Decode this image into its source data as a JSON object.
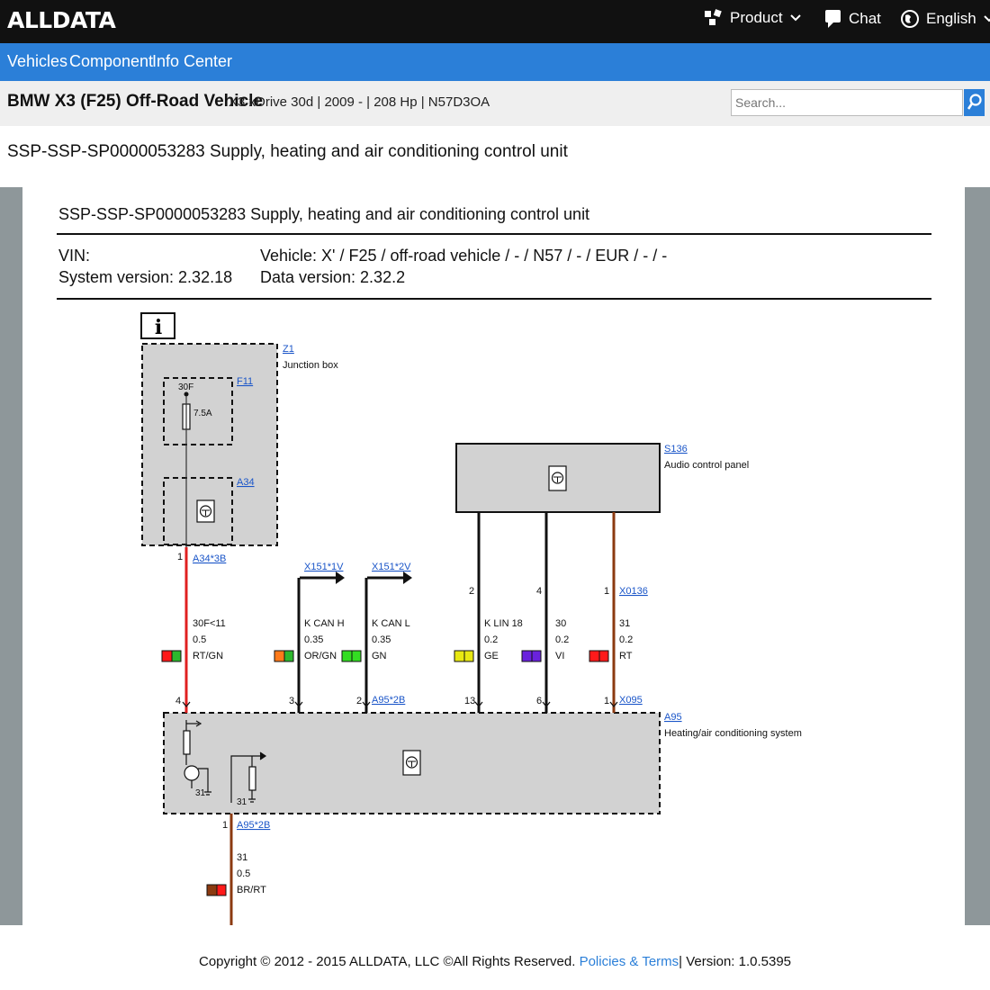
{
  "header": {
    "logo": "ALLDATA",
    "product": "Product",
    "chat": "Chat",
    "language": "English"
  },
  "nav": {
    "vehicles": "Vehicles",
    "component": "Component",
    "info_center": "Info Center"
  },
  "vehicle": {
    "title": "BMW X3 (F25) Off-Road Vehicle",
    "details": "X3 xDrive 30d | 2009 - | 208 Hp | N57D3OA"
  },
  "search": {
    "placeholder": "Search..."
  },
  "page_title": "SSP-SSP-SP0000053283 Supply, heating and air conditioning control unit",
  "document": {
    "title": "SSP-SSP-SP0000053283 Supply, heating and air conditioning control unit",
    "vin_label": "VIN:",
    "system_version": "System version: 2.32.18",
    "vehicle_info": "Vehicle:  X' / F25 / off-road vehicle / - / N57 / - / EUR / - / -",
    "data_version": "Data version: 2.32.2"
  },
  "diagram": {
    "info_icon": "i",
    "z1": {
      "code": "Z1",
      "name": "Junction box"
    },
    "f11": {
      "code": "F11",
      "fuse_terminal": "30F",
      "rating": "7.5A"
    },
    "a34": {
      "code": "A34"
    },
    "s136": {
      "code": "S136",
      "name": "Audio control panel"
    },
    "a95": {
      "code": "A95",
      "name": "Heating/air conditioning system"
    },
    "conn_a34_3b": "A34*3B",
    "conn_x151_1v": "X151*1V",
    "conn_x151_2v": "X151*2V",
    "conn_x0136": "X0136",
    "conn_a95_2b": "A95*2B",
    "conn_x095": "X095",
    "conn_a95_2b_bottom": "A95*2B",
    "gnd_31_left": "31",
    "gnd_31_mid": "31",
    "wires": [
      {
        "id": "w1",
        "name": "30F<11",
        "size": "0.5",
        "color_code": "RT/GN",
        "pin_top": "1",
        "pin_bottom": "4",
        "sw1": "#ff1a1a",
        "sw2": "#2db82d"
      },
      {
        "id": "w2",
        "name": "K CAN H",
        "size": "0.35",
        "color_code": "OR/GN",
        "pin_top": "",
        "pin_bottom": "3",
        "sw1": "#ff7a1a",
        "sw2": "#2db82d"
      },
      {
        "id": "w3",
        "name": "K CAN L",
        "size": "0.35",
        "color_code": "GN",
        "pin_top": "",
        "pin_bottom": "2",
        "sw1": "#33dd22",
        "sw2": "#33dd22"
      },
      {
        "id": "w4",
        "name": "K LIN 18",
        "size": "0.2",
        "color_code": "GE",
        "pin_top": "2",
        "pin_bottom": "13",
        "sw1": "#e8e812",
        "sw2": "#e8e812"
      },
      {
        "id": "w5",
        "name": "30",
        "size": "0.2",
        "color_code": "VI",
        "pin_top": "4",
        "pin_bottom": "6",
        "sw1": "#6a22dd",
        "sw2": "#6a22dd"
      },
      {
        "id": "w6",
        "name": "31",
        "size": "0.2",
        "color_code": "RT",
        "pin_top": "1",
        "pin_bottom": "1",
        "sw1": "#ff1a1a",
        "sw2": "#ff1a1a"
      },
      {
        "id": "w7",
        "name": "31",
        "size": "0.5",
        "color_code": "BR/RT",
        "pin_top": "1",
        "pin_bottom": "",
        "sw1": "#8b3a10",
        "sw2": "#ff1a1a"
      }
    ]
  },
  "footer": {
    "copyright": "Copyright © 2012 - 2015 ALLDATA, LLC ©All Rights Reserved.",
    "policies": "Policies & Terms",
    "separator": "|",
    "version": "Version: 1.0.5395"
  }
}
